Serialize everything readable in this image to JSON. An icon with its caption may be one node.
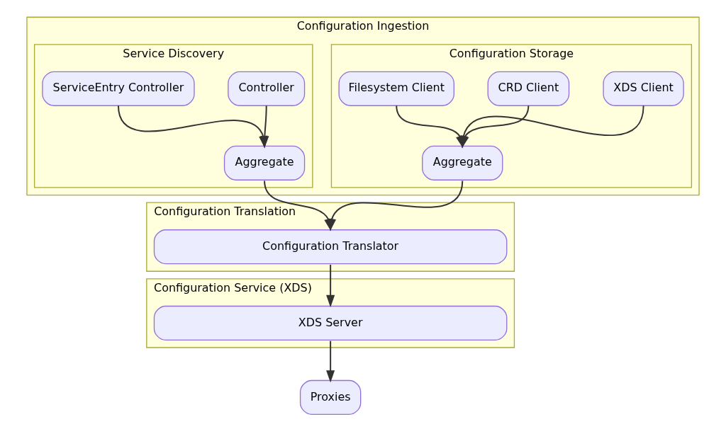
{
  "diagram": {
    "nodes": [
      {
        "text": [
          "Configuration Ingestion"
        ]
      },
      {
        "text": [
          "Configuration Storage"
        ],
        "in": 0
      },
      {
        "text": [
          "XDS Client"
        ],
        "in": 1
      },
      {
        "text": [
          "CRD Client"
        ],
        "in": 1
      },
      {
        "text": [
          "Filesystem Client"
        ],
        "in": 1
      },
      {
        "text": [
          "Aggregate"
        ],
        "in": 1
      },
      {
        "text": [
          "Service Discovery"
        ],
        "in": 0
      },
      {
        "text": [
          "Controller"
        ],
        "in": 6
      },
      {
        "text": [
          "ServiceEntry Controller"
        ],
        "in": 6
      },
      {
        "text": [
          "Aggregate"
        ],
        "in": 6
      },
      {
        "text": [
          "Configuration Translation"
        ]
      },
      {
        "text": [
          "Configuration Translator"
        ],
        "in": 10
      },
      {
        "text": [
          "Configuration Service (XDS)"
        ]
      },
      {
        "text": [
          "XDS Server"
        ],
        "in": 12
      },
      {
        "text": [
          "Proxies"
        ]
      }
    ],
    "edges": [
      {
        "from": 2,
        "to": 5,
        "arrow": "to"
      },
      {
        "from": 3,
        "to": 5,
        "arrow": "to"
      },
      {
        "from": 4,
        "to": 5,
        "arrow": "to"
      },
      {
        "from": 7,
        "to": 9,
        "arrow": "to"
      },
      {
        "from": 8,
        "to": 9,
        "arrow": "to"
      },
      {
        "from": 5,
        "to": 11,
        "arrow": "to"
      },
      {
        "from": 9,
        "to": 11,
        "arrow": "to"
      },
      {
        "from": 11,
        "to": 13,
        "arrow": "to"
      },
      {
        "from": 13,
        "to": 14,
        "arrow": "to"
      }
    ]
  }
}
